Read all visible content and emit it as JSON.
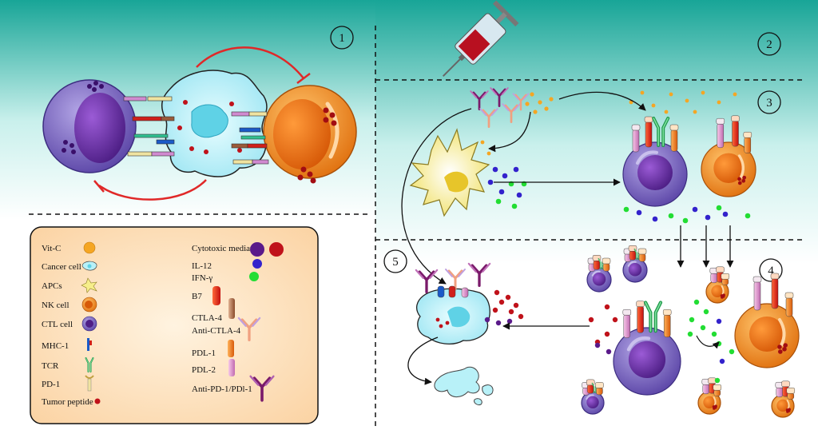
{
  "panels": {
    "p1": "1",
    "p2": "2",
    "p3": "3",
    "p4": "4",
    "p5": "5"
  },
  "legend": {
    "left": [
      {
        "key": "vitc",
        "label": "Vit-C"
      },
      {
        "key": "cancer",
        "label": "Cancer cell"
      },
      {
        "key": "apc",
        "label": "APCs"
      },
      {
        "key": "nk",
        "label": "NK cell"
      },
      {
        "key": "ctl",
        "label": "CTL cell"
      },
      {
        "key": "mhc",
        "label": "MHC-1"
      },
      {
        "key": "tcr",
        "label": "TCR"
      },
      {
        "key": "pd1",
        "label": "PD-1"
      },
      {
        "key": "peptide",
        "label": "Tumor peptide"
      }
    ],
    "right": [
      {
        "key": "cyto",
        "label": "Cytotoxic mediators"
      },
      {
        "key": "il12",
        "label": "IL-12"
      },
      {
        "key": "ifn",
        "label": "IFN-γ"
      },
      {
        "key": "b7",
        "label": "B7"
      },
      {
        "key": "ctla4",
        "label": "CTLA-4"
      },
      {
        "key": "antictla4",
        "label": "Anti-CTLA-4"
      },
      {
        "key": "pdl1",
        "label": "PDL-1"
      },
      {
        "key": "pdl2",
        "label": "PDL-2"
      },
      {
        "key": "antipd1",
        "label": "Anti-PD-1/PDl-1"
      }
    ]
  },
  "colors": {
    "teal_top": "#1aa89a",
    "ctl_purple": "#6a4fb0",
    "nk_orange": "#f08a1a",
    "cancer_cyan": "#b8f1f8",
    "apc_yellow": "#f6ee8a",
    "peptide_red": "#c0121a",
    "il12_blue": "#3322cc",
    "ifn_green": "#22dd33",
    "vitc_orange": "#f5a623",
    "inhibit_red": "#e02828",
    "legend_bg": "#fde3c0"
  }
}
